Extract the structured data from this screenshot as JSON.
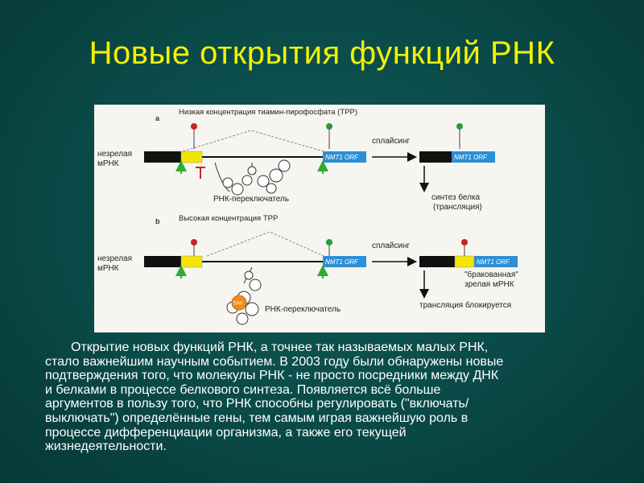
{
  "slide": {
    "title": "Новые открытия функций РНК",
    "paragraph_lines": [
      "Открытие новых функций РНК, а точнее так называемых малых РНК,",
      "стало важнейшим научным событием. В 2003 году были обнаружены новые",
      "подтверждения того, что молекулы РНК  - не просто посредники между ДНК",
      "и белками в процессе белкового синтеза. Появляется всё больше",
      "аргументов в пользу того, что РНК способны регулировать (\"включать/",
      "выключать\") определённые гены, тем самым играя важнейшую роль в",
      "процессе дифференциации организма, а также его текущей",
      "жизнедеятельности."
    ]
  },
  "diagram": {
    "panel_a": {
      "letter": "a",
      "condition": "Низкая концентрация тиамин-пирофосфата (TPP)",
      "immature_mrna_line1": "незрелая",
      "immature_mrna_line2": "мРНК",
      "orf_label": "NMT1 ORF",
      "splicing_label": "сплайсинг",
      "switch_label": "РНК-переключатель",
      "result_line1": "синтез белка",
      "result_line2": "(трансляция)"
    },
    "panel_b": {
      "letter": "b",
      "condition": "Высокая концентрация TPP",
      "immature_mrna_line1": "незрелая",
      "immature_mrna_line2": "мРНК",
      "orf_label": "NMT1 ORF",
      "splicing_label": "сплайсинг",
      "switch_label": "РНК-переключатель",
      "tpp_label": "TPP",
      "defective_line1": "\"бракованная\"",
      "defective_line2": "зрелая мРНК",
      "result": "трансляция блокируется"
    },
    "colors": {
      "exon_black": "#111111",
      "intron_yellow": "#f2e600",
      "orf_blue": "#2d8fd6",
      "start_arrow_green": "#33aa33",
      "stop_marker_red": "#cc2222",
      "stop_marker_green": "#2a9a3a",
      "tpp_orange": "#f08a1c"
    }
  }
}
